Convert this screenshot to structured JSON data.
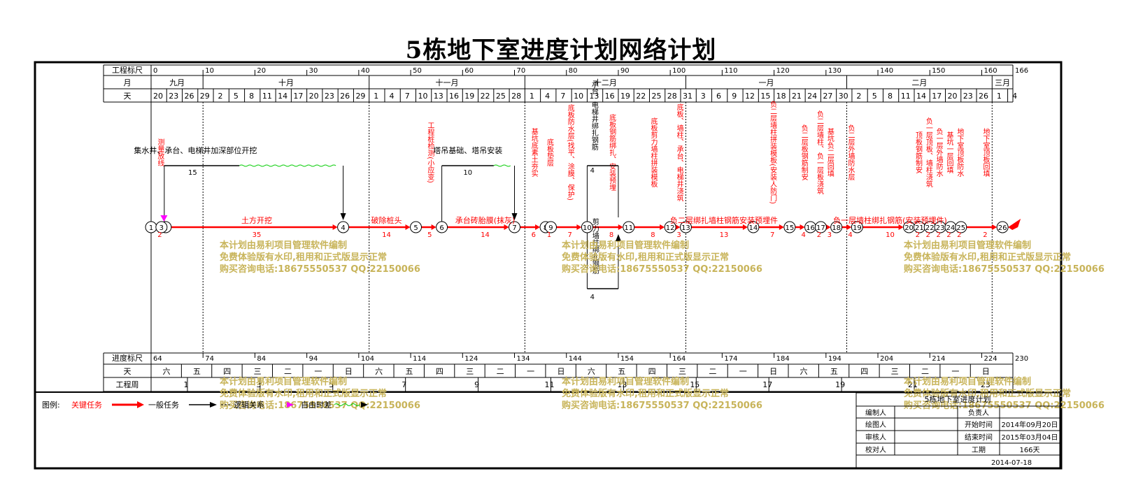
{
  "title": "5栋地下室进度计划网络计划",
  "header": {
    "row_scale_label": "工程标尺",
    "row_month_label": "月",
    "row_day_label": "天",
    "scale_ticks": [
      "0",
      "10",
      "20",
      "30",
      "40",
      "50",
      "60",
      "70",
      "80",
      "90",
      "100",
      "110",
      "120",
      "130",
      "140",
      "150",
      "160",
      "166"
    ],
    "months": [
      "九月",
      "十月",
      "十一月",
      "十二月",
      "一月",
      "二月",
      "三月"
    ],
    "days": [
      "20",
      "23",
      "26",
      "29",
      "2",
      "5",
      "8",
      "11",
      "14",
      "17",
      "20",
      "23",
      "26",
      "29",
      "1",
      "4",
      "7",
      "10",
      "13",
      "16",
      "19",
      "22",
      "25",
      "28",
      "1",
      "4",
      "7",
      "10",
      "13",
      "16",
      "19",
      "22",
      "25",
      "28",
      "31",
      "3",
      "6",
      "9",
      "12",
      "15",
      "18",
      "21",
      "24",
      "27",
      "30",
      "2",
      "5",
      "8",
      "11",
      "14",
      "17",
      "20",
      "23",
      "26",
      "1",
      "4"
    ]
  },
  "footer": {
    "row_progress_label": "进度标尺",
    "row_weekday_label": "天",
    "row_week_label": "工程周",
    "progress_ticks": [
      "64",
      "74",
      "84",
      "94",
      "104",
      "114",
      "124",
      "134",
      "144",
      "154",
      "164",
      "174",
      "184",
      "194",
      "204",
      "214",
      "224",
      "230"
    ],
    "weekdays": [
      "六",
      "五",
      "四",
      "三",
      "二",
      "一",
      "日",
      "六",
      "五",
      "四",
      "三",
      "二",
      "一",
      "日",
      "六",
      "五",
      "四",
      "三",
      "二",
      "一",
      "日",
      "六",
      "五",
      "四",
      "三",
      "二",
      "一",
      "日"
    ],
    "weeks": [
      "1",
      "3",
      "5",
      "7",
      "9",
      "11",
      "13",
      "15",
      "17",
      "19",
      "21",
      "23"
    ]
  },
  "network": {
    "nodes": [
      "1",
      "2",
      "3",
      "4",
      "5",
      "6",
      "7",
      "8",
      "9",
      "10",
      "11",
      "12",
      "13",
      "14",
      "15",
      "16",
      "17",
      "18",
      "19",
      "20",
      "21",
      "22",
      "23",
      "24",
      "25",
      "26"
    ],
    "critical_labels": [
      "测量放线",
      "土方开挖",
      "破除桩头",
      "工程桩检测(小应变)",
      "承台砖胎膜(抹灰)",
      "基坑底素土夯实",
      "底板垫层",
      "底板防水层(找平、涂膜、保护)",
      "底板钢筋绑扎、安装预埋",
      "底板剪力墙柱拼装模板",
      "底板、墙柱、承台、电梯井浇筑",
      "负二层绑扎墙柱钢筋安装预埋件",
      "负二层墙柱拼装模板(安装人防门)",
      "负二层板钢筋制安",
      "负二层墙柱、负一层板浇筑",
      "基坑负二层回填",
      "负二层外墙防水层",
      "负一层墙柱绑扎钢筋(安装预埋件)",
      "顶板钢筋制安",
      "负一层顶板、墙柱浇筑",
      "负一层外墙防水",
      "基坑一层回填",
      "地下室顶板防水",
      "地下室顶板回填"
    ],
    "critical_durations": [
      "2",
      "35",
      "14",
      "5",
      "14",
      "6",
      "1",
      "7",
      "8",
      "8",
      "3",
      "13",
      "7",
      "4",
      "2",
      "3",
      "4",
      "10",
      "2",
      "2",
      "2",
      "2",
      "2",
      "2"
    ],
    "branch_labels": [
      "集水井、承台、电梯井加深部位开挖",
      "塔吊基础、塔吊安装",
      "承台、电梯井绑扎钢筋",
      "剪力墙柱绑扎钢筋"
    ],
    "branch_durations": [
      "15",
      "10",
      "4",
      "4"
    ]
  },
  "legend": {
    "label": "图例:",
    "critical": "关键任务",
    "general": "一般任务",
    "logic": "逻辑关系",
    "free_float": "自由时差"
  },
  "watermark": {
    "line1": "本计划由易利项目管理软件编制",
    "line2": "免费体验版有水印,租用和正式版显示正常",
    "line3": "购买咨询电话:18675550537 QQ:22150066"
  },
  "titleblock": {
    "plan_name": "5栋地下室进度计划",
    "row1_left": "编制人",
    "row1_right_label": "负责人",
    "row1_right_value": "",
    "row2_left": "绘图人",
    "row2_right_label": "开始时间",
    "row2_right_value": "2014年09月20日",
    "row3_left": "审核人",
    "row3_right_label": "结束时间",
    "row3_right_value": "2015年03月04日",
    "row4_left": "校对人",
    "row4_right_label": "工期",
    "row4_right_value": "166天",
    "date": "2014-07-18"
  },
  "colors": {
    "critical": "#ff0000",
    "general": "#000000",
    "free_float": "#00cc00",
    "watermark": "#c8b45a",
    "milestone": "#ff00ff"
  }
}
